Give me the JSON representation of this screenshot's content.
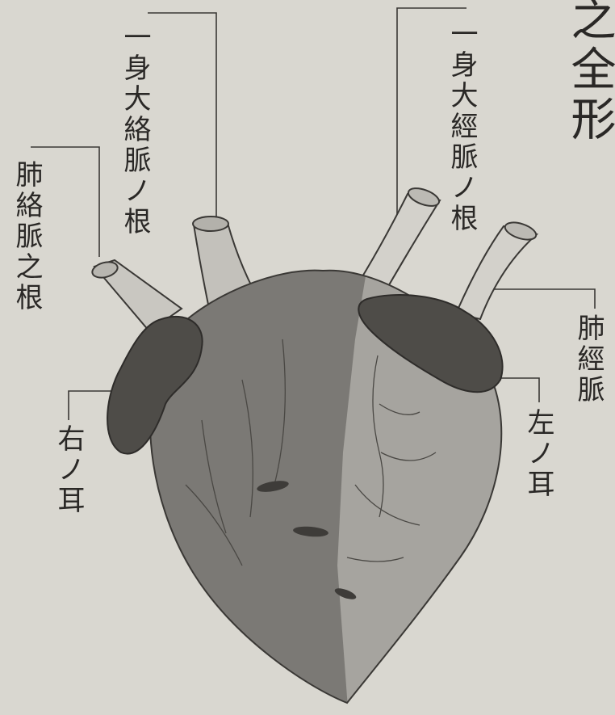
{
  "title_fragment": "之全形",
  "labels": {
    "vena_cava_root": "一身大絡脈ノ根",
    "aorta_root": "一身大經脈ノ根",
    "pulmonary_vein_root": "肺絡脈之根",
    "pulmonary_artery": "肺經脈",
    "right_auricle": "右ノ耳",
    "left_auricle": "左ノ耳"
  },
  "colors": {
    "paper": "#d9d7d0",
    "ink": "#2a2826",
    "heart_right": "#7b7975",
    "heart_left": "#a6a49f",
    "auricle": "#4e4c48",
    "vessel": "#c9c7c1"
  }
}
